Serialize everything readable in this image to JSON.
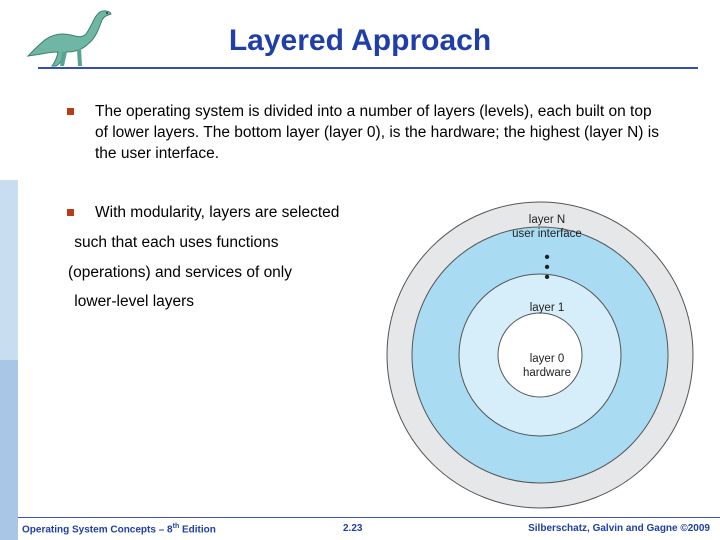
{
  "slide": {
    "title": "Layered Approach",
    "bullets": [
      "The operating system is divided into a number of layers (levels), each built on top of lower layers.  The bottom layer (layer 0), is the hardware; the highest (layer N) is the user interface.",
      "With modularity, layers are selected"
    ],
    "continuation_lines": [
      " such that each uses functions",
      "(operations) and services of only",
      " lower-level layers"
    ]
  },
  "diagram": {
    "layers": [
      {
        "name": "layer N",
        "detail": "user interface",
        "color": "#e6e7e9"
      },
      {
        "name": "•\n•\n•",
        "detail": "",
        "color": "#a9dcf3"
      },
      {
        "name": "layer 1",
        "detail": "",
        "color": "#d6eefa"
      },
      {
        "name": "layer 0",
        "detail": "hardware",
        "color": "#ffffff"
      }
    ],
    "dots": "•"
  },
  "footer": {
    "left_prefix": "Operating System Concepts – 8",
    "left_sup": "th",
    "left_suffix": " Edition",
    "page": "2.23",
    "right": "Silberschatz, Galvin and Gagne ©2009"
  },
  "colors": {
    "title": "#1f3ea8",
    "bullet_marker": "#b83c1a",
    "outer_ring": "#e6e7e9",
    "middle_ring": "#a9dcf3",
    "inner_ring": "#d6eefa"
  }
}
